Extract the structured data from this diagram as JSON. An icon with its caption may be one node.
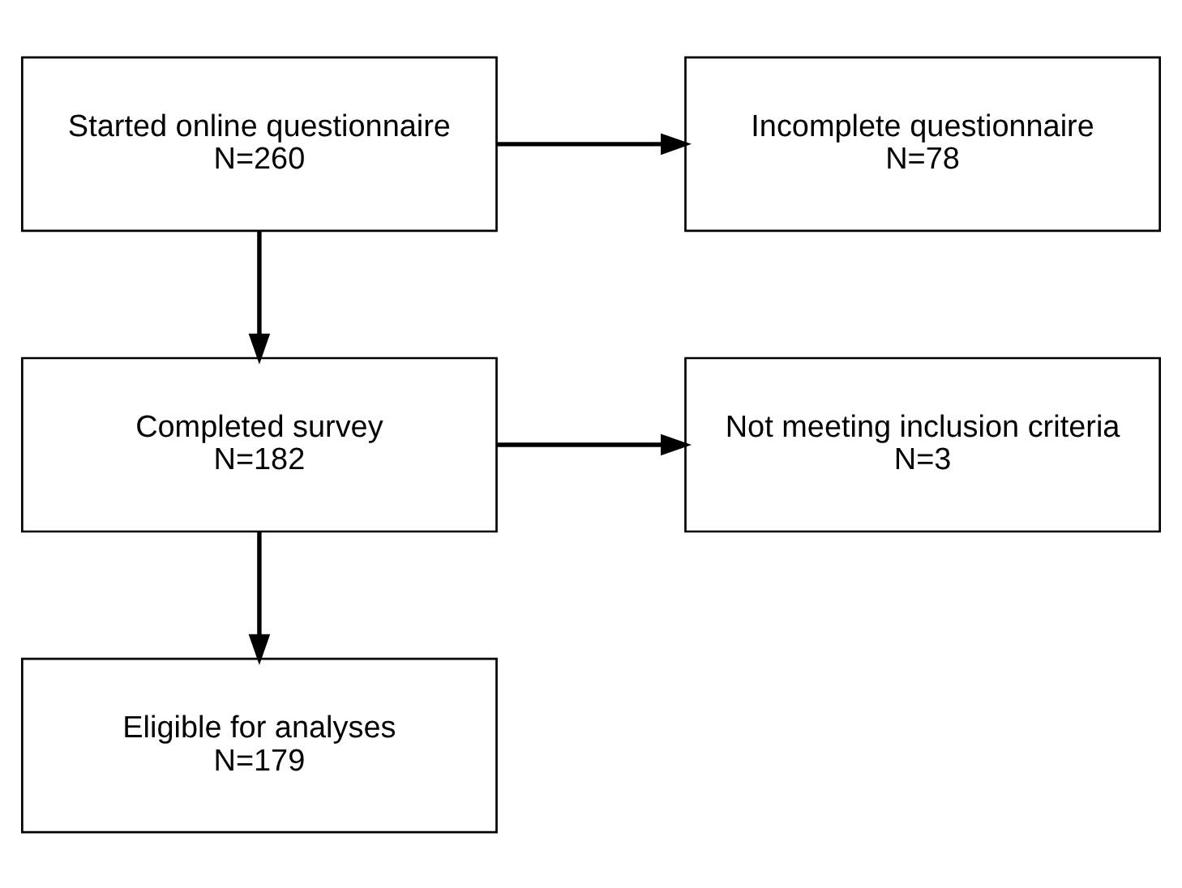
{
  "diagram": {
    "nodes": [
      {
        "text": [
          "Started online questionnaire",
          "N=260"
        ]
      },
      {
        "text": [
          "Incomplete questionnaire",
          "N=78"
        ]
      },
      {
        "text": [
          "Completed survey",
          "N=182"
        ]
      },
      {
        "text": [
          "Not meeting inclusion criteria",
          "N=3"
        ]
      },
      {
        "text": [
          "Eligible for analyses",
          "N=179"
        ]
      }
    ],
    "edges": [
      {
        "from": 0,
        "to": 1,
        "arrow": "to"
      },
      {
        "from": 0,
        "to": 2,
        "arrow": "to"
      },
      {
        "from": 2,
        "to": 3,
        "arrow": "to"
      },
      {
        "from": 2,
        "to": 4,
        "arrow": "to"
      }
    ]
  }
}
